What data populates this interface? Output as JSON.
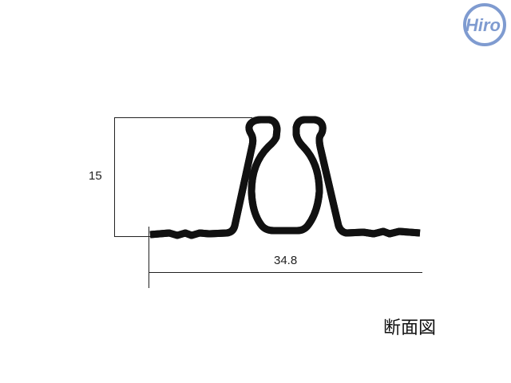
{
  "dimensions": {
    "height": "15",
    "width": "34.8"
  },
  "caption": "断面図",
  "logo": {
    "text": "Hiro",
    "color": "#7f9bd0"
  }
}
